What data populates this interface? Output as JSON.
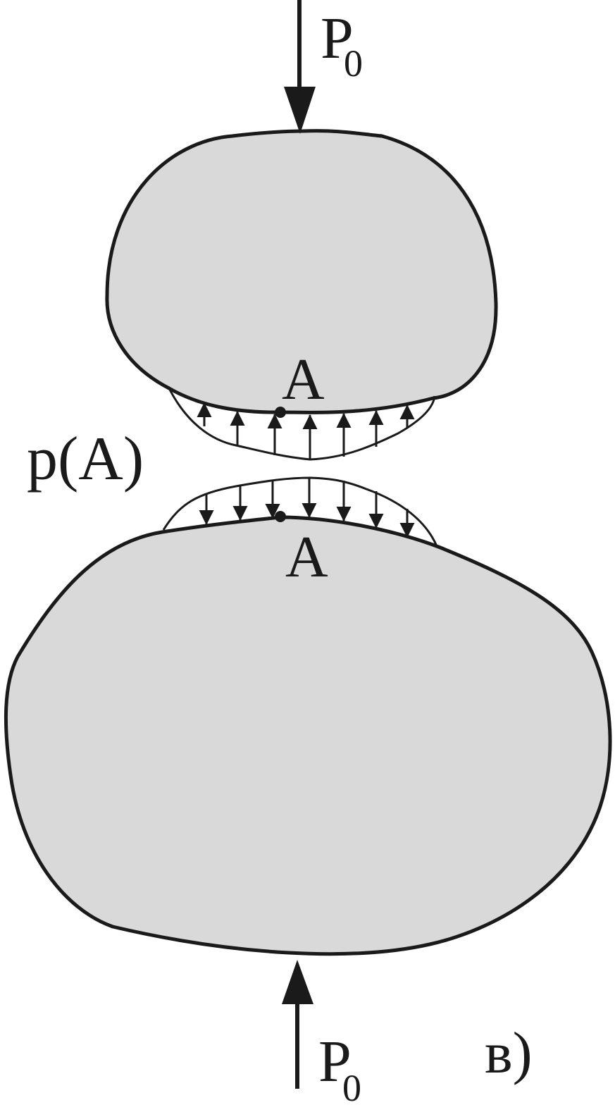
{
  "labels": {
    "force_top": "P",
    "force_top_sub": "0",
    "force_bottom": "P",
    "force_bottom_sub": "0",
    "point_upper": "A",
    "point_lower": "A",
    "pressure": "p(A)",
    "figure_tag": "в)"
  },
  "colors": {
    "body_fill": "#d9d9d9",
    "stroke": "#1a1a1a",
    "background": "#ffffff"
  }
}
